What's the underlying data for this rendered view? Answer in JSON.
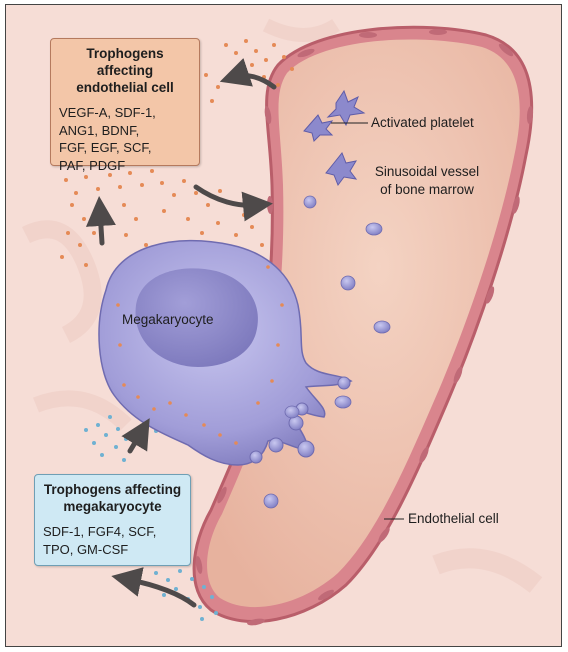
{
  "endothelial_box": {
    "title_line1": "Trophogens affecting",
    "title_line2": "endothelial cell",
    "items": [
      "VEGF-A, SDF-1,",
      "ANG1, BDNF,",
      "FGF, EGF, SCF,",
      "PAF, PDGF"
    ]
  },
  "megakaryocyte_box": {
    "title_line1": "Trophogens affecting",
    "title_line2": "megakaryocyte",
    "items": [
      "SDF-1, FGF4, SCF,",
      "TPO, GM-CSF"
    ]
  },
  "labels": {
    "activated_platelet": "Activated platelet",
    "sinusoidal_line1": "Sinusoidal vessel",
    "sinusoidal_line2": "of bone marrow",
    "megakaryocyte": "Megakaryocyte",
    "endothelial_cell": "Endothelial cell"
  },
  "colors": {
    "background": "#f6ddd6",
    "vessel_lumen": "#eec2ad",
    "vessel_wall": "#c4707a",
    "megakaryocyte": "#a9a6dc",
    "endothelial_box": "#f3c6a8",
    "megakaryocyte_box": "#cfe9f4",
    "orange_trophogen": "#e58a56",
    "blue_trophogen": "#6fb1d2",
    "arrow": "#4e4a4a"
  }
}
